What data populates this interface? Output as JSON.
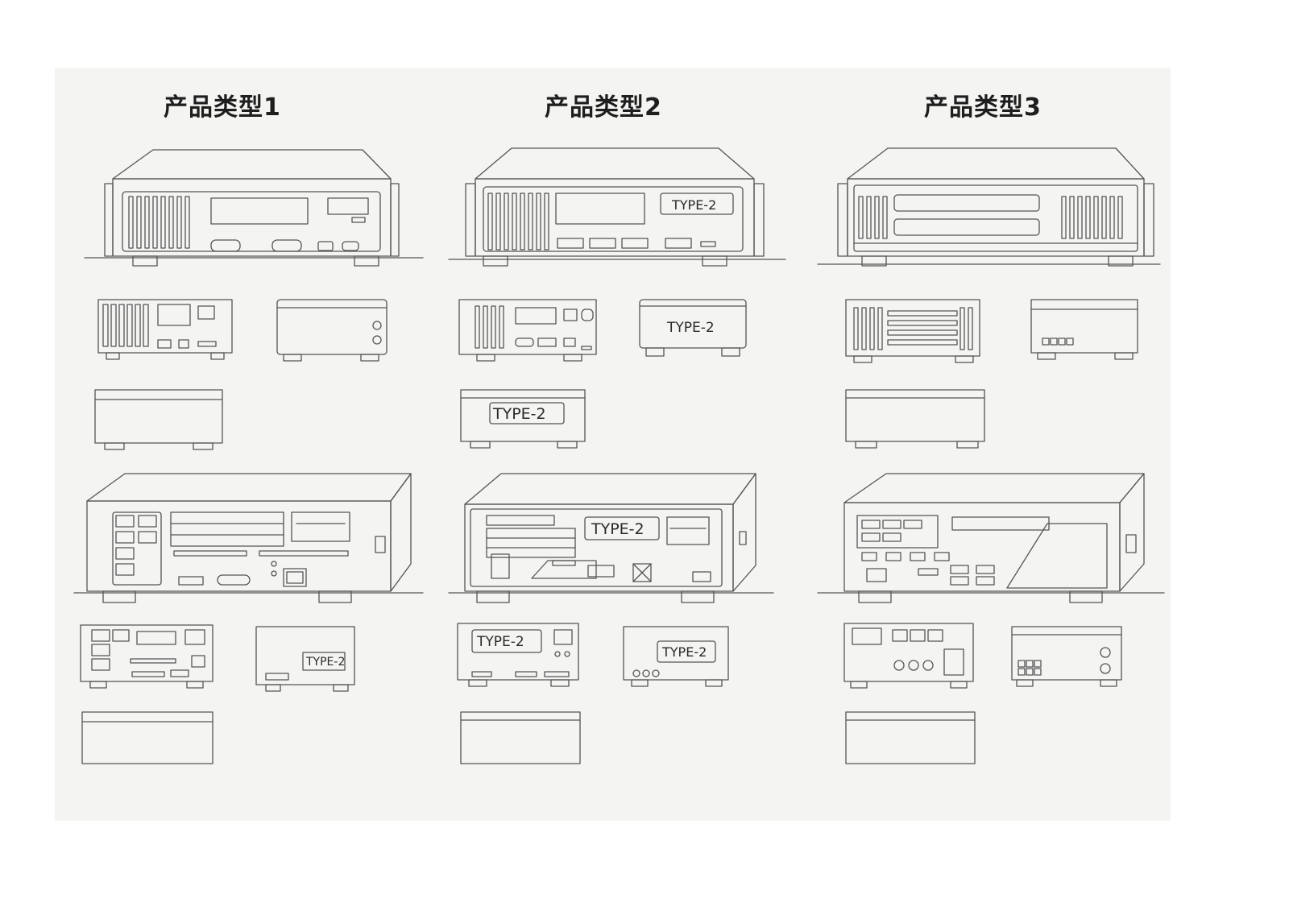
{
  "columns": [
    {
      "title": "产品类型1"
    },
    {
      "title": "产品类型2"
    },
    {
      "title": "产品类型3"
    }
  ],
  "labels": {
    "type2": "TYPE-2"
  },
  "colors": {
    "paper": "#f4f4f2",
    "pencil": "#555555",
    "ink": "#1e1e1e"
  }
}
